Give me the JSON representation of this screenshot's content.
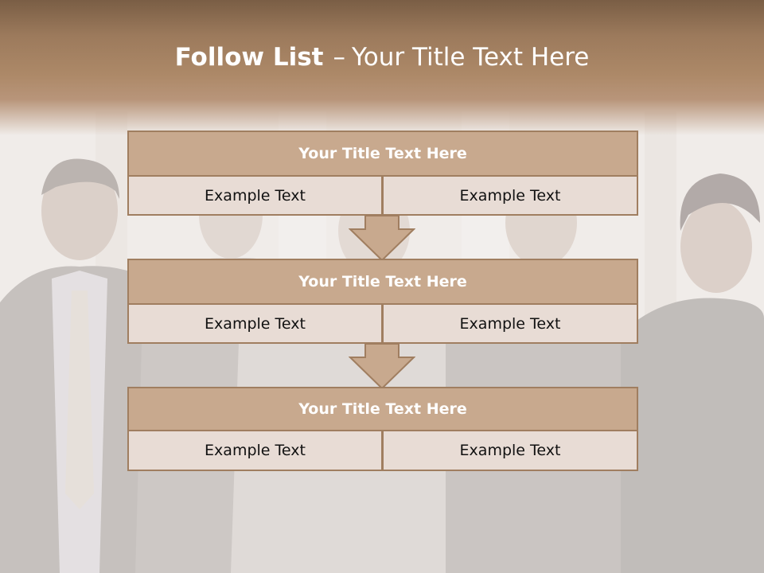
{
  "slide": {
    "title_bold": "Follow List",
    "title_separator": "–",
    "title_rest": "Your Title Text Here"
  },
  "blocks": [
    {
      "title": "Your Title Text Here",
      "left": "Example Text",
      "right": "Example Text"
    },
    {
      "title": "Your Title Text Here",
      "left": "Example Text",
      "right": "Example Text"
    },
    {
      "title": "Your Title Text Here",
      "left": "Example Text",
      "right": "Example Text"
    }
  ],
  "colors": {
    "header": "#a0805f",
    "block_title_fill": "#c8a98e",
    "block_cell_fill": "#e8dcd5",
    "border": "#a07e60",
    "arrow_fill": "#c8a98e"
  },
  "background_image": "faded-business-team-photo"
}
